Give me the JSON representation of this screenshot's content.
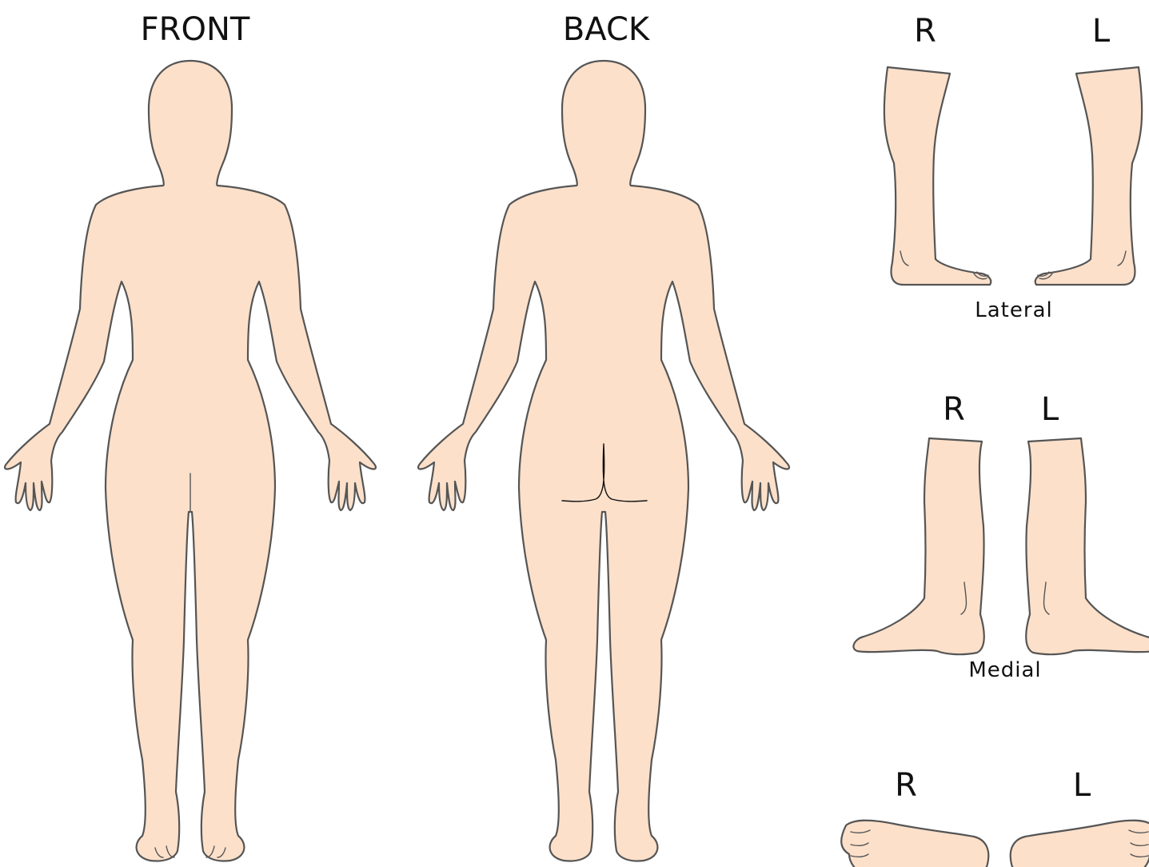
{
  "colors": {
    "skin": "#fce0ca",
    "outline": "#555555",
    "detail": "#111111",
    "background": "#ffffff"
  },
  "labels": {
    "front": "FRONT",
    "back": "BACK",
    "lateral": {
      "right": "R",
      "left": "L",
      "caption": "Lateral"
    },
    "medial": {
      "right": "R",
      "left": "L",
      "caption": "Medial"
    },
    "plantar": {
      "right": "R",
      "left": "L"
    }
  }
}
